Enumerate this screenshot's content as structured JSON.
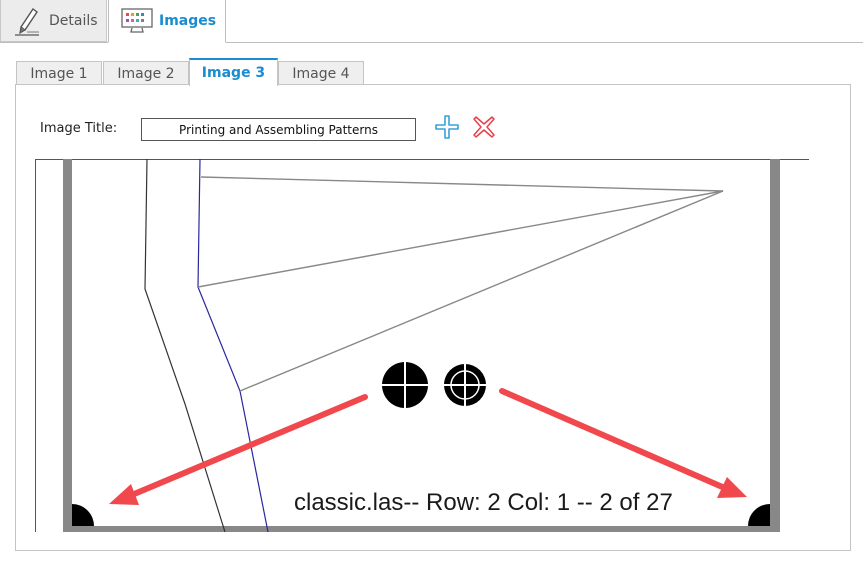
{
  "top_tabs": [
    {
      "label": "Details",
      "icon": "pencil-icon"
    },
    {
      "label": "Images",
      "icon": "monitor-icon",
      "active": true
    }
  ],
  "image_tabs": [
    {
      "label": "Image 1"
    },
    {
      "label": "Image 2"
    },
    {
      "label": "Image 3",
      "active": true
    },
    {
      "label": "Image 4"
    }
  ],
  "image_title": {
    "label": "Image Title:",
    "value": "Printing and Assembling Patterns"
  },
  "actions": {
    "add_icon": "plus-icon",
    "remove_icon": "x-icon"
  },
  "preview": {
    "caption": "classic.las-- Row: 2 Col: 1 -- 2 of 27"
  },
  "colors": {
    "accent": "#1a8ccf",
    "arrow": "#f0484d",
    "remove": "#e8424c",
    "add": "#3aa0d9"
  }
}
